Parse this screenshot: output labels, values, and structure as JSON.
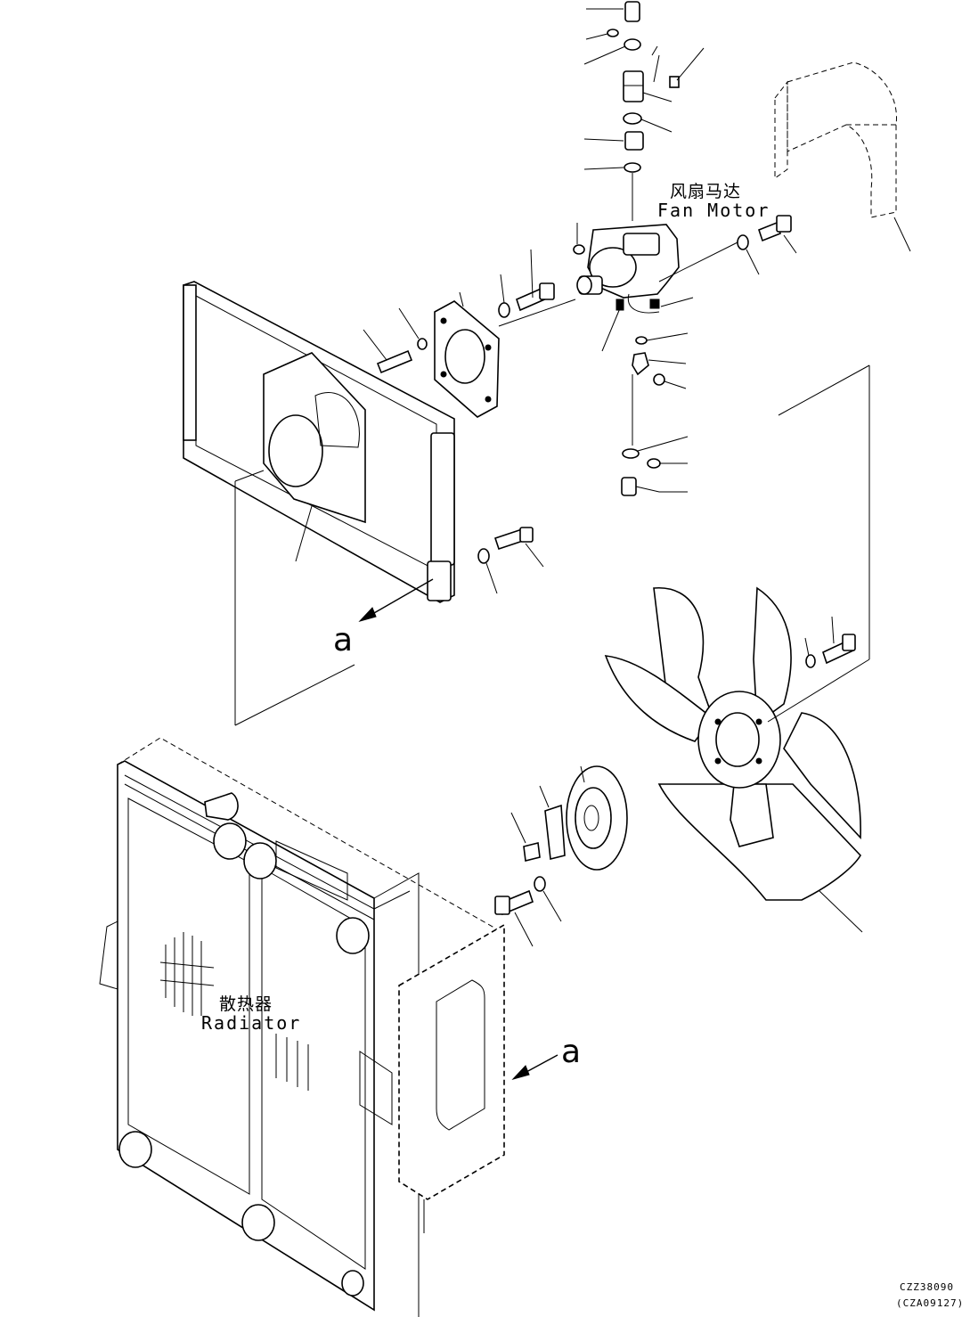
{
  "labels": {
    "fan_motor_zh": "风扇马达",
    "fan_motor_en": "Fan Motor",
    "radiator_zh": "散热器",
    "radiator_en": "Radiator",
    "view_a_top": "a",
    "view_a_bottom": "a"
  },
  "drawing_codes": {
    "primary": "CZZ38090",
    "secondary": "(CZA09127)"
  }
}
